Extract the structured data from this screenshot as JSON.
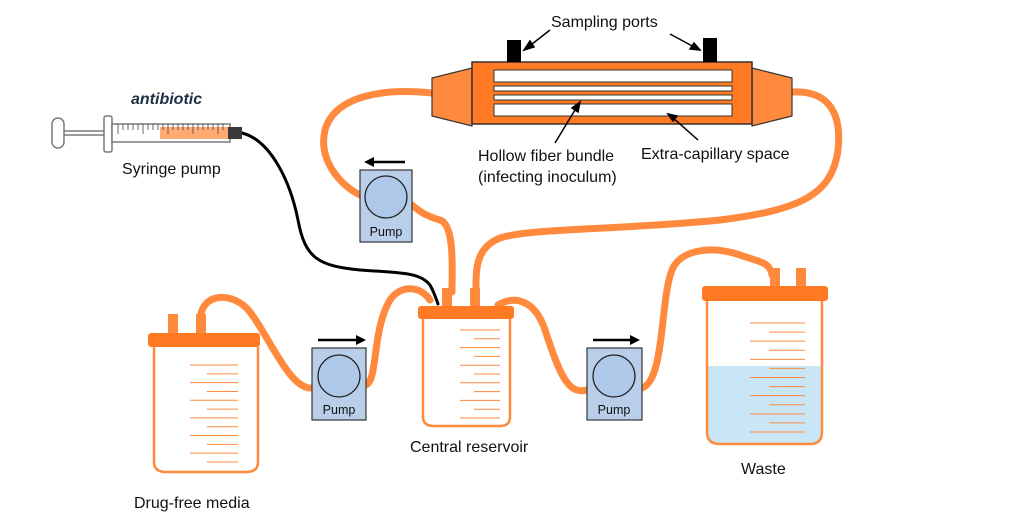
{
  "colors": {
    "tube": "#ff8a3d",
    "tube_dark": "#d9651a",
    "lid": "#ff7a22",
    "pump_fill": "#b9cfe9",
    "pump_circle": "#aec8ea",
    "water": "#c8e6f5",
    "line": "#000000"
  },
  "labels": {
    "sampling_ports": "Sampling ports",
    "antibiotic": "antibiotic",
    "syringe_pump": "Syringe pump",
    "hollow_fiber_line1": "Hollow fiber bundle",
    "hollow_fiber_line2": "(infecting inoculum)",
    "extra_capillary": "Extra-capillary space",
    "central_reservoir": "Central reservoir",
    "waste": "Waste",
    "drug_free_media": "Drug-free media"
  },
  "pumps": [
    {
      "id": "pump-top",
      "label": "Pump",
      "direction": "left"
    },
    {
      "id": "pump-left",
      "label": "Pump",
      "direction": "right"
    },
    {
      "id": "pump-right",
      "label": "Pump",
      "direction": "right"
    }
  ],
  "icons": [
    "syringe-icon",
    "pump-icon",
    "reservoir-icon",
    "hollow-fiber-cartridge-icon",
    "arrow-icon"
  ]
}
